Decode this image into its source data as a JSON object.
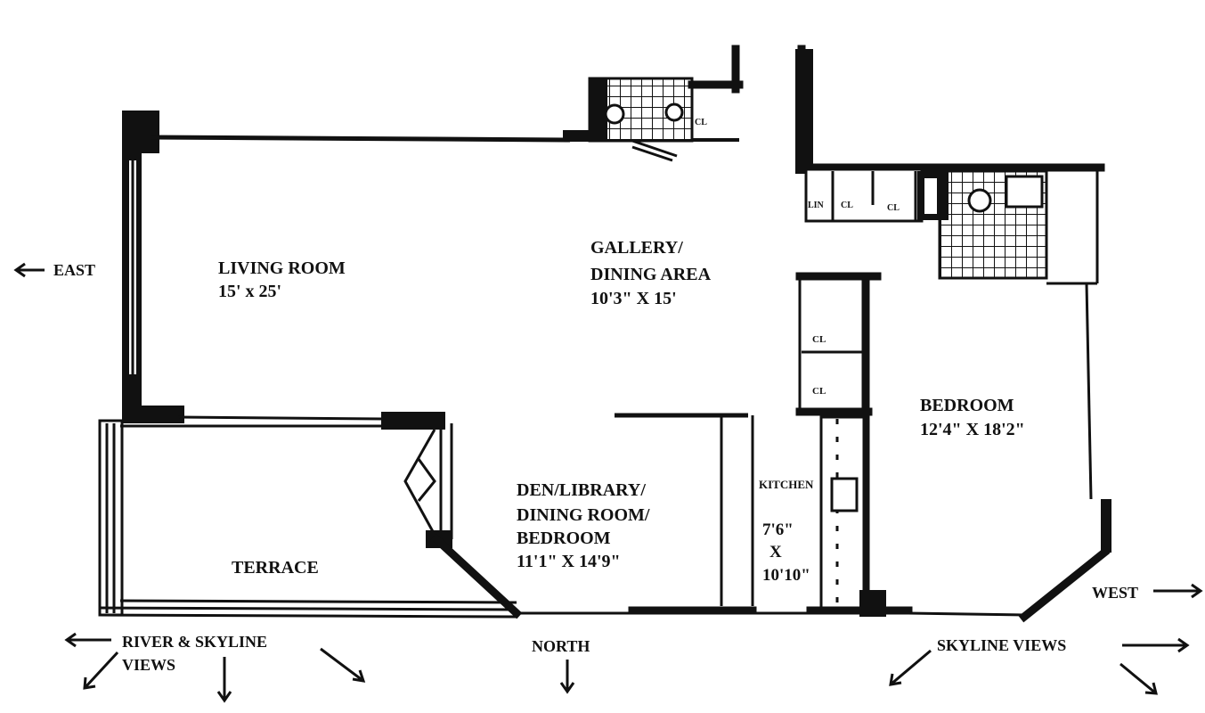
{
  "rooms": {
    "living_room": {
      "name": "LIVING ROOM",
      "size": "15' x 25'"
    },
    "gallery": {
      "name_line1": "GALLERY/",
      "name_line2": "DINING AREA",
      "size": "10'3\" X 15'"
    },
    "bedroom": {
      "name": "BEDROOM",
      "size": "12'4\" X 18'2\""
    },
    "den": {
      "line1": "DEN/LIBRARY/",
      "line2": "DINING ROOM/",
      "line3": "BEDROOM",
      "size": "11'1\" X 14'9\""
    },
    "kitchen": {
      "name": "KITCHEN",
      "size_line1": "7'6\"",
      "size_line2": "X",
      "size_line3": "10'10\""
    },
    "terrace": {
      "name": "TERRACE"
    }
  },
  "closets": {
    "cl_label": "CL",
    "lin_label": "LIN"
  },
  "orientation": {
    "east": "EAST",
    "west": "WEST",
    "north": "NORTH",
    "river_line1": "RIVER & SKYLINE",
    "river_line2": "VIEWS",
    "skyline": "SKYLINE VIEWS"
  }
}
